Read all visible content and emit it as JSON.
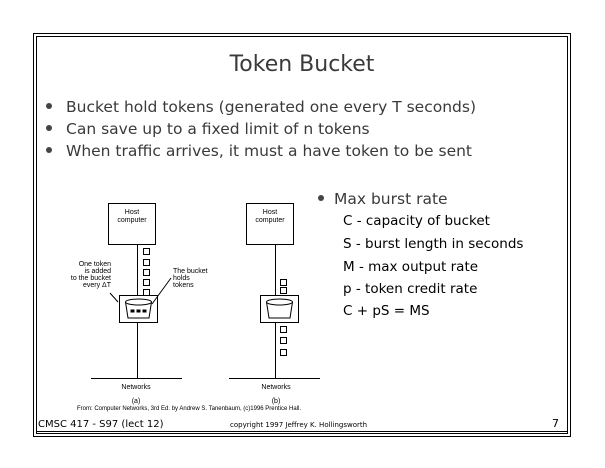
{
  "title": "Token Bucket",
  "bullets": [
    "Bucket hold tokens (generated one every T seconds)",
    "Can save up to a fixed limit of n tokens",
    "When traffic arrives, it must a have token to be sent"
  ],
  "right_bullet": {
    "heading": "Max burst rate",
    "lines": [
      "C - capacity of bucket",
      "S - burst length in seconds",
      "M - max output rate",
      "p - token credit rate",
      "C + pS = MS"
    ]
  },
  "diagram": {
    "host_label_1": "Host",
    "host_label_2": "computer",
    "annot_left": [
      "One token",
      "is added",
      "to the bucket",
      "every ΔT"
    ],
    "annot_right": [
      "The bucket",
      "holds",
      "tokens"
    ],
    "networks": "Networks",
    "label_a": "(a)",
    "label_b": "(b)",
    "source": "From: Computer Networks, 3rd Ed. by Andrew S. Tanenbaum, (c)1996 Prentice Hall."
  },
  "footer": {
    "course": "CMSC 417 - S97  (lect 12)",
    "copyright": "copyright 1997  Jeffrey K. Hollingsworth",
    "page": "7"
  }
}
